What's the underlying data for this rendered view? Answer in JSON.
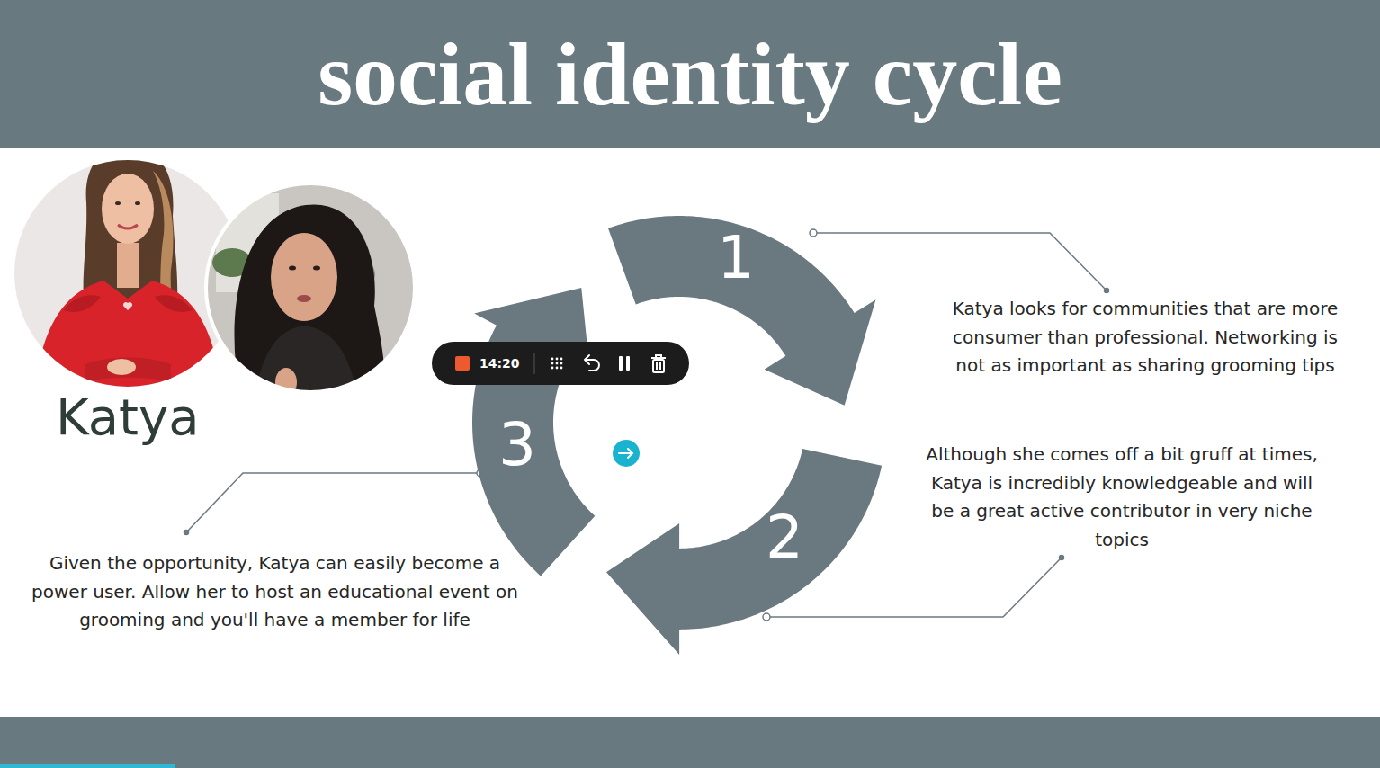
{
  "diagram": {
    "title": "social identity cycle",
    "nodes": [
      {
        "text": [
          "1"
        ]
      },
      {
        "text": [
          "14:20"
        ]
      },
      {
        "text": [
          "3"
        ]
      },
      {
        "text": [
          "2"
        ]
      }
    ],
    "labels": [
      "Katya",
      "Katya looks for communities that are more consumer than professional. Networking is not as important as sharing grooming tips",
      "Although she comes off a bit gruff at times, Katya is incredibly knowledgeable and will be a great active contributor in very niche topics",
      "Given the opportunity, Katya can easily become a power user. Allow her to host an educational event on grooming and you'll have a member for life"
    ]
  }
}
